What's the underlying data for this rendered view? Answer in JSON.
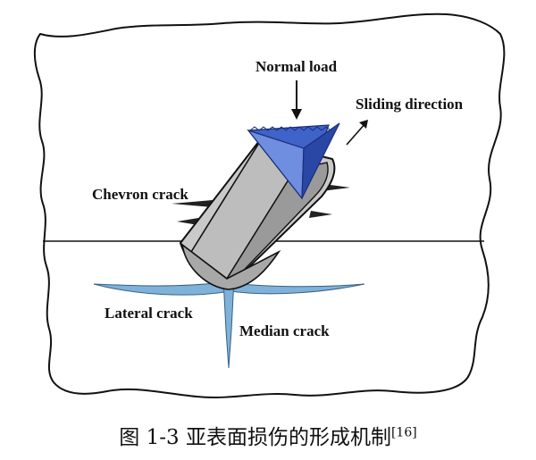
{
  "labels": {
    "normal_load": "Normal load",
    "sliding_direction": "Sliding direction",
    "chevron_crack": "Chevron crack",
    "lateral_crack": "Lateral crack",
    "median_crack": "Median crack"
  },
  "caption": {
    "text": "图 1-3  亚表面损伤的形成机制",
    "ref": "[16]"
  },
  "colors": {
    "indenter_blue": "#3f63c8",
    "indenter_blue_dark": "#2a47a6",
    "indenter_blue_light": "#6f8ee0",
    "body_gray": "#c9c9c9",
    "body_gray_dark": "#9a9a9a",
    "crack_blue": "#7fb2d8",
    "outline": "#111111"
  }
}
